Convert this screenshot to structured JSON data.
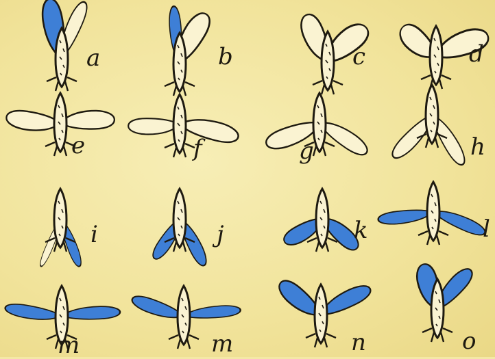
{
  "colors": {
    "background": "#f4e8a6",
    "ink": "#1e1a10",
    "blue_wing": "#3e7fd6",
    "plain_wing": "#faf3d2"
  },
  "labels": {
    "a": "a",
    "b": "b",
    "c": "c",
    "d": "d",
    "e": "e",
    "f": "f",
    "g": "g",
    "h": "h",
    "i": "i",
    "j": "j",
    "k": "k",
    "l": "l",
    "m1": "m",
    "m2": "m",
    "n": "n",
    "o": "o"
  }
}
